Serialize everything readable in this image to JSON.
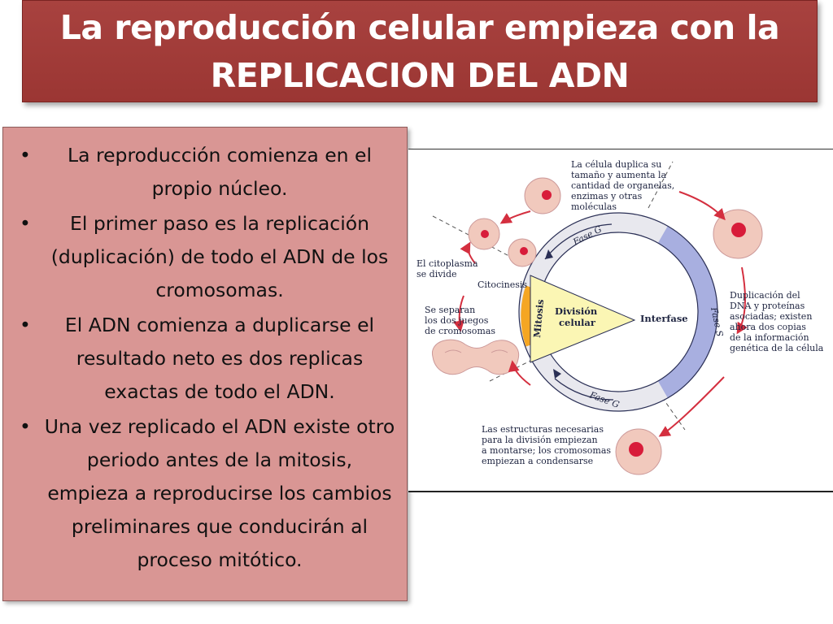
{
  "title": {
    "line1": "La reproducción celular empieza con la",
    "line2": "REPLICACION DEL ADN"
  },
  "bullets": [
    "La reproducción comienza en el propio núcleo.",
    "El primer paso es la replicación (duplicación) de todo el ADN de los cromosomas.",
    "El ADN comienza a duplicarse el resultado neto es dos replicas exactas de todo el ADN.",
    "Una vez replicado el ADN existe otro periodo antes de la mitosis, empieza a reproducirse los cambios preliminares que conducirán al proceso mitótico."
  ],
  "bullet_symbol": "•",
  "diagram": {
    "top_annotation": [
      "La célula duplica su",
      "tamaño y aumenta la",
      "cantidad de organelas,",
      "enzimas y otras",
      "moléculas"
    ],
    "right_annotation": [
      "Duplicación del",
      "DNA y proteínas",
      "asociadas; existen",
      "ahora dos copias",
      "de la información",
      "genética de la célula"
    ],
    "bottom_annotation": [
      "Las estructuras necesarias",
      "para la división empiezan",
      "a montarse; los cromosomas",
      "empiezan a condensarse"
    ],
    "left_top_annotation": [
      "El citoplasma",
      "se divide"
    ],
    "left_mid_annotation": [
      "Se separan",
      "los dos juegos",
      "de cromosomas"
    ],
    "phase_g1": "Fase G",
    "phase_s": "Fase S",
    "phase_g2": "Fase G",
    "citocinesis": "Citocinesis",
    "mitosis": "Mitosis",
    "division": [
      "División",
      "celular"
    ],
    "interfase": "Interfase"
  },
  "colors": {
    "title_bg": "#a23d3a",
    "panel_bg": "#d99694",
    "cell_fill": "#f1c9bd",
    "nucleus": "#d81c3a",
    "arrow_red": "#d42f3f",
    "ring_blue": "#a8afe0",
    "wedge_yellow": "#fbf6b4",
    "mitosis_orange": "#f5a623"
  }
}
